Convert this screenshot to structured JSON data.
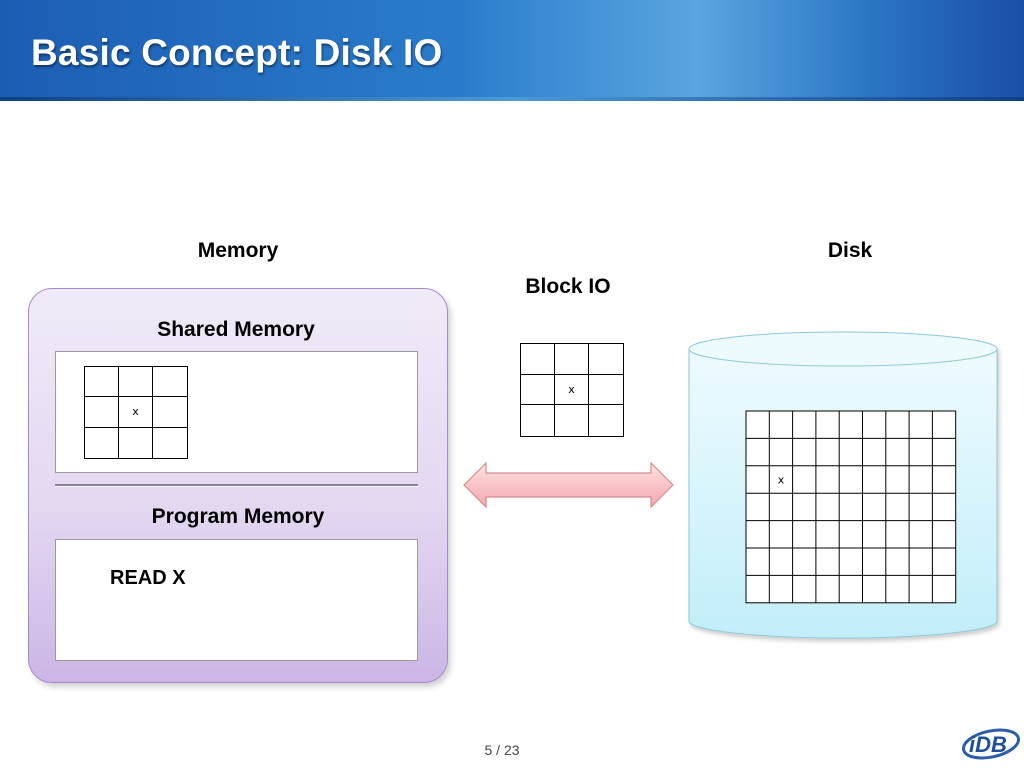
{
  "slide": {
    "title": "Basic Concept: Disk IO",
    "page": "5 / 23"
  },
  "labels": {
    "memory": "Memory",
    "disk": "Disk",
    "block_io": "Block IO",
    "shared_memory": "Shared Memory",
    "program_memory": "Program Memory"
  },
  "program": {
    "instruction": "READ X"
  },
  "grids": {
    "shared_memory": {
      "rows": 3,
      "cols": 3,
      "cells": [
        [
          "",
          "",
          ""
        ],
        [
          "",
          "x",
          ""
        ],
        [
          "",
          "",
          ""
        ]
      ]
    },
    "block_io": {
      "rows": 3,
      "cols": 3,
      "cells": [
        [
          "",
          "",
          ""
        ],
        [
          "",
          "x",
          ""
        ],
        [
          "",
          "",
          ""
        ]
      ]
    },
    "disk": {
      "rows": 7,
      "cols": 9,
      "x_cell": [
        2,
        1
      ]
    }
  },
  "arrow": {
    "direction": "bidirectional",
    "fill": "#f9c4c6",
    "stroke": "#d88d92"
  },
  "colors": {
    "header": "#2a7ccb",
    "memory_panel": "#dccfee",
    "disk_cylinder": "#cdf1f9"
  },
  "logo": {
    "text": "iDB"
  }
}
